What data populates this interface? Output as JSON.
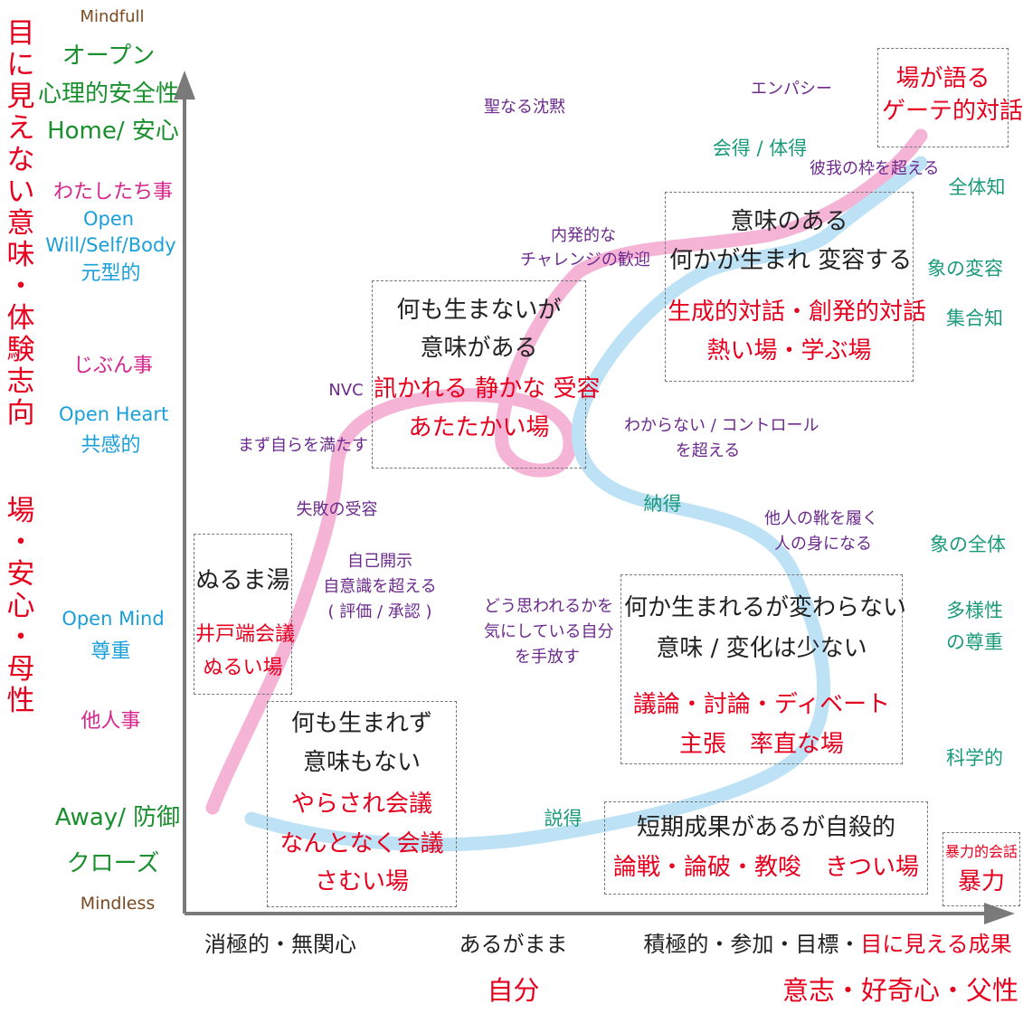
{
  "colors": {
    "red": "#e6001e",
    "green": "#1a8f2e",
    "magenta": "#d6258c",
    "blue": "#1a9fd9",
    "purple": "#6b2a8c",
    "teal": "#1a9a7a",
    "brown": "#7a4a20",
    "dark": "#222222",
    "pink_curve": "#f5b3d6",
    "blue_curve": "#bde2f6",
    "axis": "#7a7a7a"
  },
  "vertical_axis_title": {
    "upper": "目に見えない意味・体験志向",
    "lower": "場・安心・母性"
  },
  "left_labels": {
    "mindfull": "Mindfull",
    "open": "オープン",
    "safety": "心理的安全性",
    "home": "Home/ 安心",
    "watashitachi": "わたしたち事",
    "open_en": "Open",
    "will": "Will/Self/Body",
    "archetype": "元型的",
    "jibun": "じぶん事",
    "open_heart": "Open Heart",
    "empathy": "共感的",
    "open_mind": "Open Mind",
    "respect": "尊重",
    "tanin": "他人事",
    "away": "Away/ 防御",
    "close": "クローズ",
    "mindless": "Mindless"
  },
  "right_labels": {
    "whole_knowledge": "全体知",
    "metamorphosis": "象の変容",
    "collective": "集合知",
    "elephant_whole": "象の全体",
    "diversity_1": "多様性",
    "diversity_2": "の尊重",
    "scientific": "科学的"
  },
  "bottom_axis": {
    "left": "消極的・無関心",
    "middle": "あるがまま",
    "middle_sub": "自分",
    "right_black": "積極的・参加・目標・",
    "right_red": "目に見える成果",
    "right_sub": "意志・好奇心・父性"
  },
  "boxes": {
    "goethe": {
      "line1": "場が語る",
      "line2": "ゲーテ的対話"
    },
    "meaning": {
      "line1": "意味のある",
      "line2": "何かが生まれ 変容する",
      "red1": "生成的対話・創発的対話",
      "red2": "熱い場・学ぶ場"
    },
    "nothing_meaning": {
      "line1": "何も生まないが",
      "line2": "意味がある",
      "red1": "訊かれる 静かな 受容",
      "red2": "あたたかい場"
    },
    "nuruma": {
      "line1": "ぬるま湯",
      "red1": "井戸端会議",
      "red2": "ぬるい場"
    },
    "nothing": {
      "line1": "何も生まれず",
      "line2": "意味もない",
      "red1": "やらされ会議",
      "red2": "なんとなく会議",
      "red3": "さむい場"
    },
    "debate": {
      "line1": "何か生まれるが変わらない",
      "line2": "意味 / 変化は少ない",
      "red1": "議論・討論・ディベート",
      "red2": "主張　率直な場"
    },
    "short": {
      "line1": "短期成果があるが自殺的",
      "red1": "論戦・論破・教唆　きつい場"
    },
    "violence": {
      "small": "暴力的会話",
      "big": "暴力"
    }
  },
  "curve_labels": {
    "sacred_silence": "聖なる沈黙",
    "empathy_kana": "エンパシー",
    "understanding": "会得 / 体得",
    "beyond_self": "彼我の枠を超える",
    "inner_challenge_1": "内発的な",
    "inner_challenge_2": "チャレンジの歓迎",
    "nvc": "NVC",
    "fill_self": "まず自らを満たす",
    "beyond_control_1": "わからない / コントロール",
    "beyond_control_2": "を超える",
    "acceptance_failure": "失敗の受容",
    "consent": "納得",
    "self_disclosure_1": "自己開示",
    "self_disclosure_2": "自意識を超える",
    "self_disclosure_3": "( 評価 / 承認 )",
    "shoes_1": "他人の靴を履く",
    "shoes_2": "人の身になる",
    "letgo_1": "どう思われるかを",
    "letgo_2": "気にしている自分",
    "letgo_3": "を手放す",
    "persuasion": "説得"
  }
}
